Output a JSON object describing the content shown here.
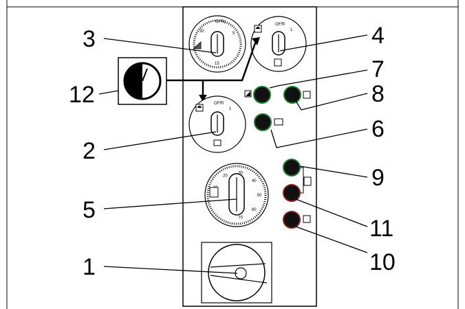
{
  "callouts": [
    {
      "id": "1",
      "text": "1"
    },
    {
      "id": "2",
      "text": "2"
    },
    {
      "id": "3",
      "text": "3"
    },
    {
      "id": "4",
      "text": "4"
    },
    {
      "id": "5",
      "text": "5"
    },
    {
      "id": "6",
      "text": "6"
    },
    {
      "id": "7",
      "text": "7"
    },
    {
      "id": "8",
      "text": "8"
    },
    {
      "id": "9",
      "text": "9"
    },
    {
      "id": "10",
      "text": "10"
    },
    {
      "id": "11",
      "text": "11"
    },
    {
      "id": "12",
      "text": "12"
    }
  ],
  "dial3": {
    "off": "OFF",
    "zero": "0",
    "t5": "5",
    "t15": "15",
    "t30": "30"
  },
  "dial4": {
    "off": "OFF",
    "zero": "0",
    "one": "1"
  },
  "dial2": {
    "off": "OFF",
    "zero": "0",
    "one": "1"
  },
  "dial5": {
    "ticks": [
      "10",
      "20",
      "30",
      "40",
      "50",
      "60",
      "70"
    ]
  },
  "colors": {
    "line": "#000000",
    "lamp_green_rim": "#1f7a2e",
    "lamp_red_rim": "#8a1d1d",
    "lamp_fill": "#111111",
    "panel_fill": "#ffffff"
  }
}
